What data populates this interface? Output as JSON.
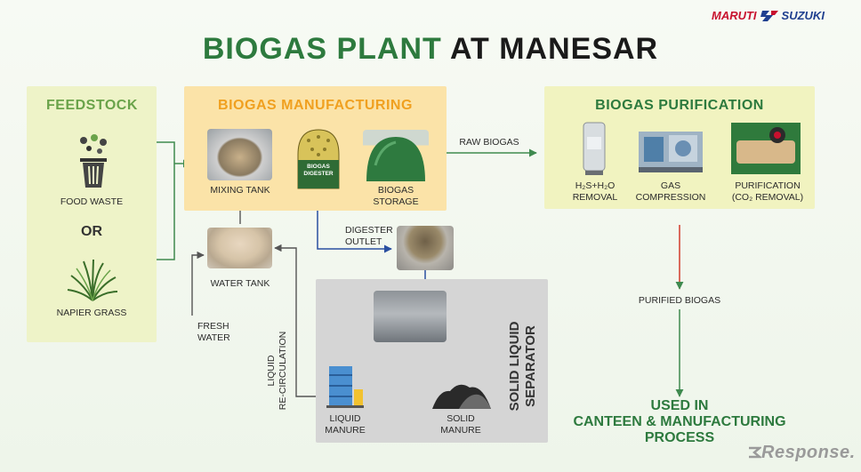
{
  "brand": {
    "left": "MARUTI",
    "right": "SUZUKI"
  },
  "title": {
    "part1": "BIOGAS PLANT",
    "part2": "AT MANESAR"
  },
  "feedstock": {
    "title": "FEEDSTOCK",
    "food_waste": "FOOD WASTE",
    "or": "OR",
    "napier_grass": "NAPIER GRASS"
  },
  "manufacturing": {
    "title": "BIOGAS MANUFACTURING",
    "mixing_tank": "MIXING TANK",
    "digester_line1": "BIOGAS",
    "digester_line2": "DIGESTER",
    "storage_line1": "BIOGAS",
    "storage_line2": "STORAGE"
  },
  "raw_biogas": "RAW BIOGAS",
  "purification": {
    "title": "BIOGAS PURIFICATION",
    "removal_line1": "H₂S+H₂O",
    "removal_line2": "REMOVAL",
    "compression_line1": "GAS",
    "compression_line2": "COMPRESSION",
    "purif_line1": "PURIFICATION",
    "purif_line2": "(CO₂ REMOVAL)"
  },
  "digester_outlet_line1": "DIGESTER",
  "digester_outlet_line2": "OUTLET",
  "water_tank": "WATER TANK",
  "fresh_water_line1": "FRESH",
  "fresh_water_line2": "WATER",
  "liquid_recirc_line1": "LIQUID",
  "liquid_recirc_line2": "RE-CIRCULATION",
  "separator_line1": "SOLID LIQUID",
  "separator_line2": "SEPARATOR",
  "liquid_manure_line1": "LIQUID",
  "liquid_manure_line2": "MANURE",
  "solid_manure_line1": "SOLID",
  "solid_manure_line2": "MANURE",
  "purified_biogas": "PURIFIED BIOGAS",
  "used_in": {
    "line1": "USED IN",
    "line2": "CANTEEN & MANUFACTURING",
    "line3": "PROCESS"
  },
  "watermark": "Response."
}
